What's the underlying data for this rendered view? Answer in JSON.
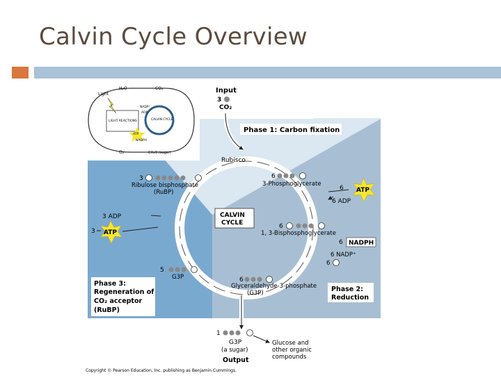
{
  "slide": {
    "title": "Calvin Cycle Overview"
  },
  "figure": {
    "inset": {
      "light": "Light",
      "h2o": "H₂O",
      "co2": "CO₂",
      "light_reactions": "LIGHT REACTIONS",
      "calvin_cycle": "CALVIN CYCLE",
      "nadp": "NADP⁺",
      "adp": "ADP",
      "atp": "ATP",
      "nadph": "NADPH",
      "o2": "O₂",
      "sugar": "CH₂O (sugar)"
    },
    "input": {
      "label": "Input",
      "count": "3",
      "molecule": "CO₂"
    },
    "phase1": "Phase 1: Carbon fixation",
    "rubisco": "Rubisco",
    "pga": {
      "count": "6",
      "name": "3-Phosphoglycerate"
    },
    "atp_in": {
      "count": "6",
      "label": "ATP"
    },
    "adp_out": "6 ADP",
    "calvin": {
      "line1": "CALVIN",
      "line2": "CYCLE"
    },
    "bpg": {
      "count": "6",
      "name": "1, 3-Bisphosphoglycerate"
    },
    "nadph_in": {
      "count": "6",
      "label": "NADPH"
    },
    "nadp_out": "6 NADP⁺",
    "pi_out": "6",
    "g3p": {
      "count": "6",
      "name": "Glyceraldehyde-3-phosphate",
      "abbr": "(G3P)"
    },
    "phase2": {
      "line1": "Phase 2:",
      "line2": "Reduction"
    },
    "rubp": {
      "count": "3",
      "name": "Ribulose bisphosphate",
      "abbr": "(RuBP)"
    },
    "adp_regen": "3 ADP",
    "atp_regen": {
      "count": "3",
      "label": "ATP"
    },
    "g3p5": {
      "count": "5",
      "label": "G3P"
    },
    "phase3": {
      "line1": "Phase 3:",
      "line2": "Regeneration of",
      "line3": "CO₂ acceptor",
      "line4": "(RuBP)"
    },
    "output": {
      "count": "1",
      "label": "G3P",
      "sub": "(a sugar)",
      "title": "Output"
    },
    "glucose": {
      "line1": "Glucose and",
      "line2": "other organic",
      "line3": "compounds"
    },
    "copyright": "Copyright © Pearson Education, Inc. publishing as Benjamin Cummings."
  },
  "colors": {
    "title": "#5b4b3e",
    "accent_bar": "#d9773d",
    "header_bar": "#a9c2d8",
    "phase1_bg": "#dbe7f1",
    "phase2_bg": "#a8bfd3",
    "phase3_bg": "#7aa9cf",
    "atp_star": "#f5e630"
  }
}
